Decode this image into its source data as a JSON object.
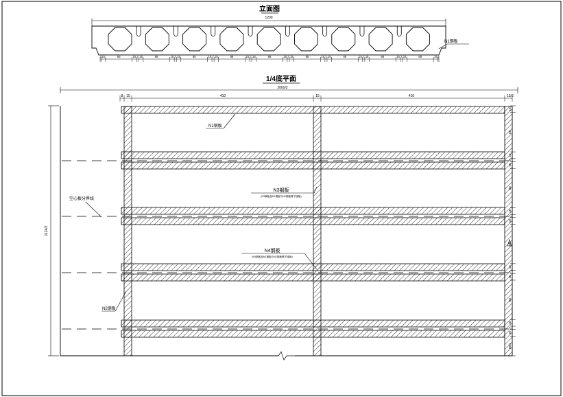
{
  "elevation": {
    "title": "立面图",
    "overall_width": "1200",
    "cell_count": 9,
    "bottom_dims": [
      "3",
      "15",
      "88",
      "15",
      "7",
      "15",
      "88",
      "15",
      "7",
      "15",
      "88",
      "15",
      "7",
      "15",
      "88",
      "15",
      "7",
      "15",
      "88",
      "15",
      "7",
      "15",
      "88",
      "15",
      "7",
      "15",
      "88",
      "15",
      "7",
      "15",
      "88",
      "15",
      "7",
      "15",
      "88",
      "15",
      "3"
    ],
    "label_n1": "N1钢板"
  },
  "plan": {
    "title": "1/4底平面",
    "overall_width": "2000/2",
    "top_dims": [
      "8",
      "15",
      "410",
      "15",
      "410",
      "15/2"
    ],
    "right_dims": [
      "15",
      "88",
      "15",
      "7",
      "15",
      "88",
      "15",
      "7",
      "15",
      "88",
      "15",
      "7",
      "15",
      "88",
      "15",
      "7",
      "15",
      "88/2"
    ],
    "left_dim": "1124/2",
    "labels": {
      "n1": "N1钢板",
      "n2": "N2钢板",
      "n3": "N3钢板",
      "n3_note": "(N3钢板及N1钢板与N2钢板等下接板)",
      "n4": "N4钢板",
      "n4_note": "(N4钢板及N1钢板与N2钢板等下接板)",
      "hollow_boundary": "空心板分界线"
    }
  }
}
